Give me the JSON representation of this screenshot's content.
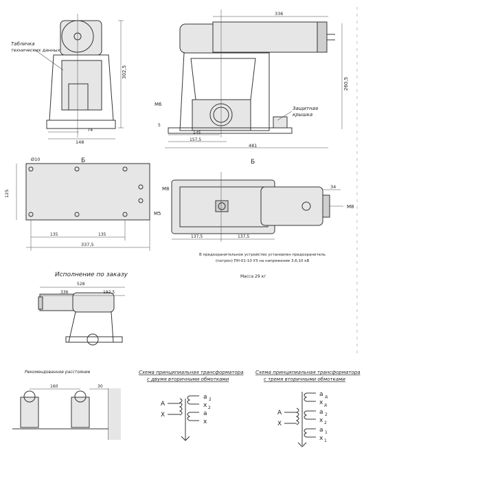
{
  "view_top_right": {
    "dim_336": "336",
    "dim_260_5": "260,5",
    "dim_145": "145",
    "dim_157_5": "157,5",
    "dim_481": "481",
    "dim_5": "5",
    "label_m6": "M6",
    "label_cover_1": "Защитная",
    "label_cover_2": "крышка"
  },
  "view_top_left": {
    "label_plate_1": "Табличка",
    "label_plate_2": "технических данных",
    "dim_302_5": "302,5",
    "dim_74": "74",
    "dim_148": "148"
  },
  "view_b": {
    "section_b": "Б",
    "section_b2": "Б",
    "dim_phi10": "Ø10",
    "dim_125": "125",
    "dim_135_a": "135",
    "dim_135_b": "135",
    "dim_337_5": "337,5",
    "label_m5": "M5"
  },
  "view_top": {
    "label_m8_a": "M8",
    "label_m8_b": "M8",
    "dim_34": "34",
    "dim_137_5_a": "137,5",
    "dim_137_5_b": "137,5",
    "note_1": "В предохранительное устройство установлен предохранитель",
    "note_2": "(патрон) ПН-01-10 УЗ на напряжение 3,6,10 кВ",
    "mass": "Масса 29 кг"
  },
  "view_order": {
    "title": "Исполнение по заказу",
    "dim_528": "528",
    "dim_336": "336",
    "dim_192_5": "192,5"
  },
  "spacing": {
    "title": "Рекомендованное расстояние",
    "dim_160": "160",
    "dim_30": "30"
  },
  "scheme2": {
    "title_1": "Схема принципиальная трансформатора",
    "title_2": "с двумя вторичными обмотками",
    "A": "A",
    "X": "X",
    "t1": "a",
    "t1s": "2",
    "t2": "x",
    "t2s": "2",
    "t3": "a",
    "t4": "x"
  },
  "scheme3": {
    "title_1": "Схема принципиальная трансформатора",
    "title_2": "с тремя вторичными обмотками",
    "A": "A",
    "X": "X",
    "t1": "a",
    "t1s": "д",
    "t2": "x",
    "t2s": "д",
    "t3": "a",
    "t3s": "2",
    "t4": "x",
    "t4s": "2",
    "t5": "a",
    "t5s": "1",
    "t6": "x",
    "t6s": "1"
  }
}
